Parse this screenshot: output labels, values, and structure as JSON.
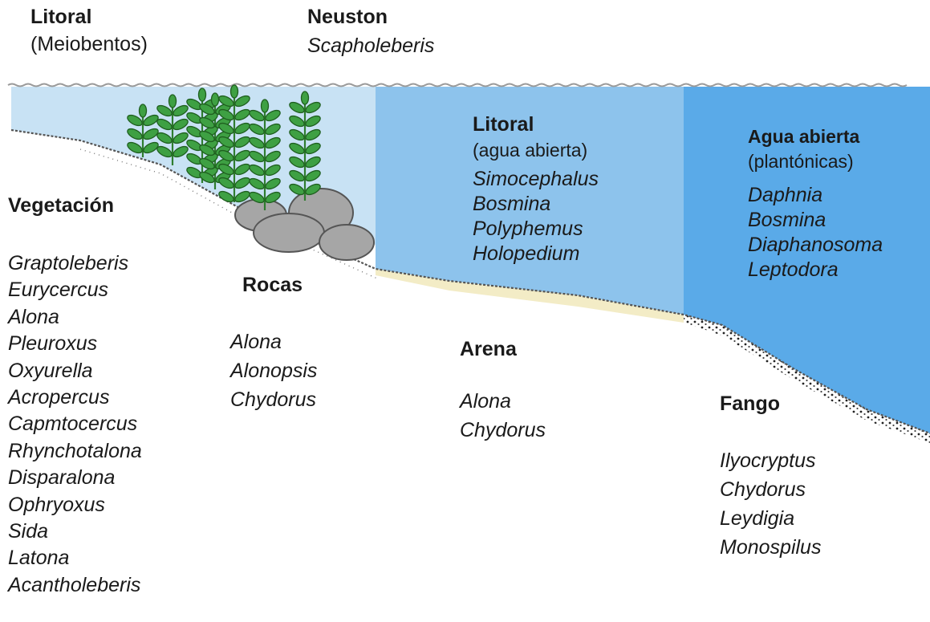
{
  "colors": {
    "vegetation_water": "#c8e2f4",
    "litoral_open_water": "#8dc3ec",
    "open_water": "#5aaae8",
    "sand": "#f3ecc6",
    "rock": "#a6a6a6",
    "plant_leaf": "#3ea043"
  },
  "zones": {
    "litoral_meiobentos": {
      "title": "Litoral",
      "subtitle": "(Meiobentos)"
    },
    "neuston": {
      "title": "Neuston",
      "species": [
        "Scapholeberis"
      ]
    },
    "litoral_open": {
      "title": "Litoral",
      "subtitle": "(agua abierta)",
      "species": [
        "Simocephalus",
        "Bosmina",
        "Polyphemus",
        "Holopedium"
      ]
    },
    "agua_abierta": {
      "title": "Agua abierta",
      "subtitle": "(plantónicas)",
      "species": [
        "Daphnia",
        "Bosmina",
        "Diaphanosoma",
        "Leptodora"
      ]
    },
    "vegetacion": {
      "title": "Vegetación",
      "species": [
        "Graptoleberis",
        "Eurycercus",
        "Alona",
        "Pleuroxus",
        "Oxyurella",
        "Acropercus",
        "Capmtocercus",
        "Rhynchotalona",
        "Disparalona",
        "Ophryoxus",
        "Sida",
        "Latona",
        "Acantholeberis"
      ]
    },
    "rocas": {
      "title": "Rocas",
      "species": [
        "Alona",
        "Alonopsis",
        "Chydorus"
      ]
    },
    "arena": {
      "title": "Arena",
      "species": [
        "Alona",
        "Chydorus"
      ]
    },
    "fango": {
      "title": "Fango",
      "species": [
        "Ilyocryptus",
        "Chydorus",
        "Leydigia",
        "Monospilus"
      ]
    }
  }
}
